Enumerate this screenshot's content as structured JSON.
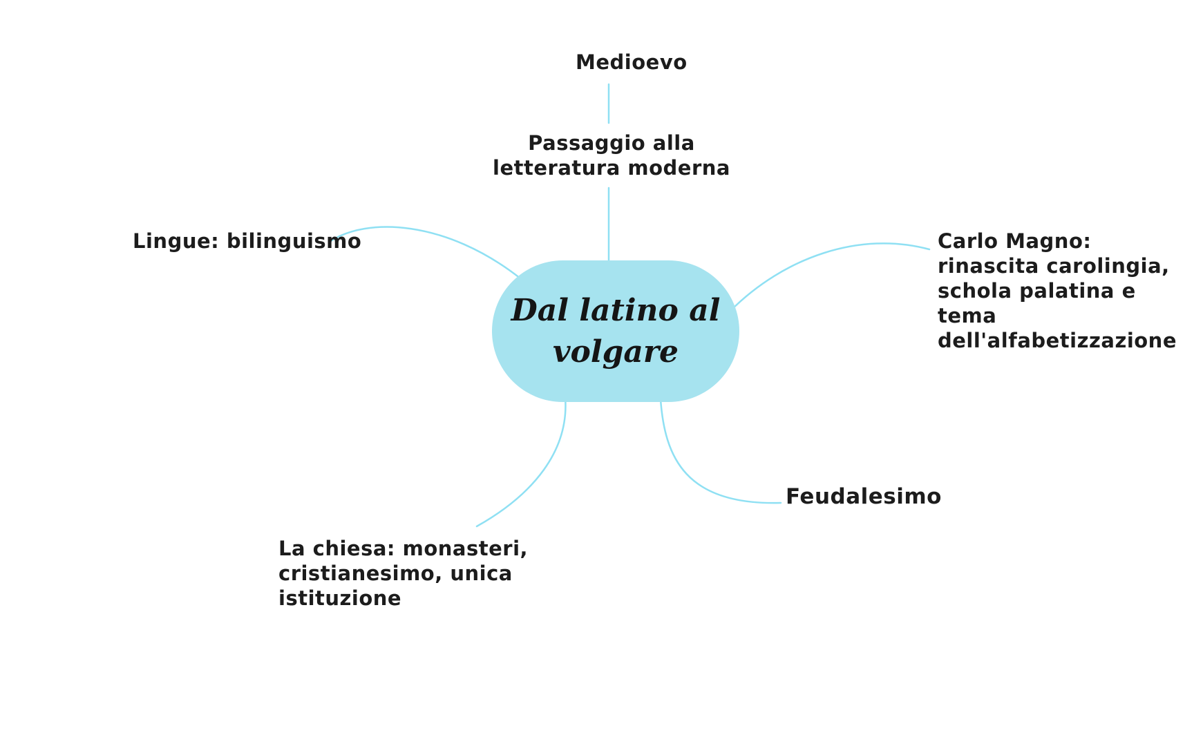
{
  "canvas": {
    "background_color": "#ffffff",
    "node_fill_color": "#a6e3ef",
    "connector_color": "#8fe0f3",
    "text_color": "#1c1c1c"
  },
  "central_node": {
    "title_line1": "Dal latino al",
    "title_line2": "volgare"
  },
  "branches": {
    "medioevo": {
      "label": "Medioevo"
    },
    "passaggio": {
      "line1": "Passaggio alla",
      "line2": "letteratura moderna"
    },
    "lingue": {
      "label": "Lingue: bilinguismo"
    },
    "carlo_magno": {
      "line1": "Carlo Magno:",
      "line2": "rinascita carolingia,",
      "line3": "schola palatina e",
      "line4": "tema",
      "line5": "dell'alfabetizzazione"
    },
    "chiesa": {
      "line1": "La chiesa: monasteri,",
      "line2": "cristianesimo, unica",
      "line3": "istituzione"
    },
    "feudalesimo": {
      "label": "Feudalesimo"
    }
  }
}
